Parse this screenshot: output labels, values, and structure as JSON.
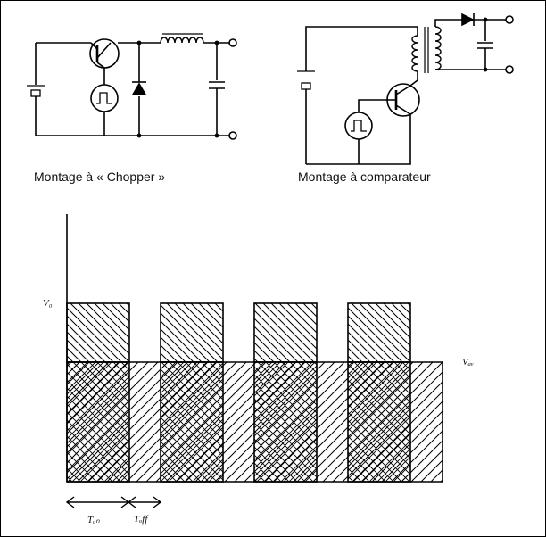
{
  "captions": {
    "chopper": "Montage à « Chopper »",
    "comparator": "Montage à comparateur"
  },
  "waveform": {
    "v0_label": "V₀",
    "vav_label": "Vₐᵥ",
    "ton_label": "Tₒₙ",
    "toff_label": "Tₒff",
    "pulses": 4
  }
}
